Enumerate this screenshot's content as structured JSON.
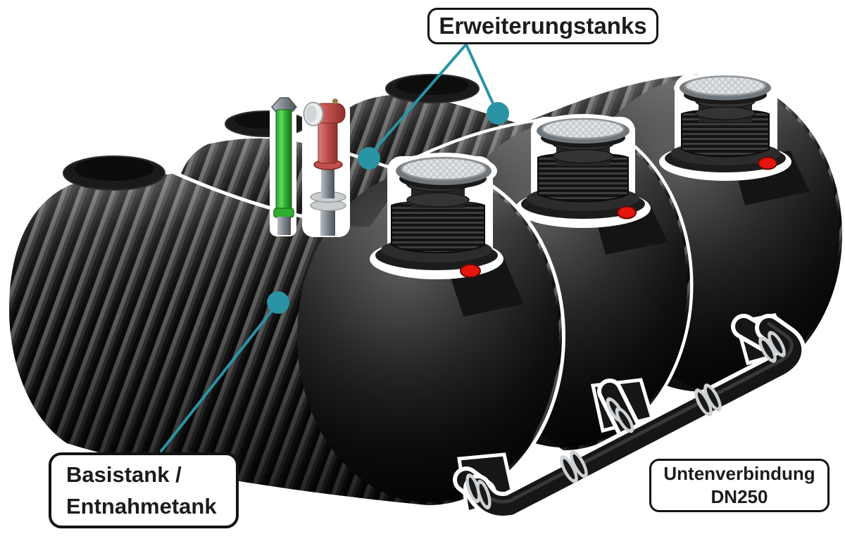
{
  "diagram": {
    "labels": {
      "expansion_tanks": "Erweiterungstanks",
      "base_tank": {
        "line1": "Basistank /",
        "line2": "Entnahmetank"
      },
      "bottom_connection": {
        "line1": "Untenverbindung",
        "line2": "DN250"
      }
    },
    "colors": {
      "callout": "#2a93a4",
      "indicator": "#e8150d",
      "vent_pipe": "#2fae2f",
      "hydrant": "#c0504d",
      "lid": "#e0e3e5",
      "tank": "#101010",
      "outline": "#ffffff",
      "background": "#ffffff"
    }
  }
}
